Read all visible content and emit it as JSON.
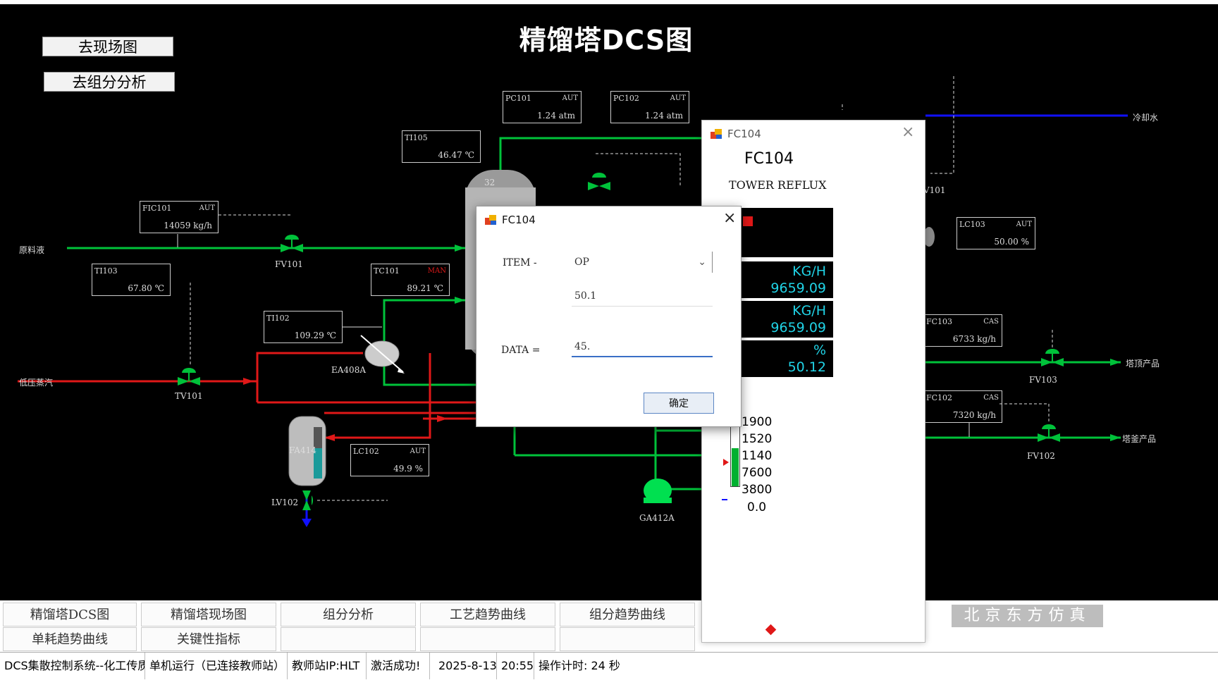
{
  "title": "精馏塔DCS图",
  "nav": {
    "field_btn": "去现场图",
    "analysis_btn": "去组分分析"
  },
  "tags": {
    "pc101": {
      "name": "PC101",
      "mode": "AUT",
      "value": "1.24 atm"
    },
    "pc102": {
      "name": "PC102",
      "mode": "AUT",
      "value": "1.24 atm"
    },
    "ti105": {
      "name": "TI105",
      "value": "46.47 ℃"
    },
    "fic101": {
      "name": "FIC101",
      "mode": "AUT",
      "value": "14059 kg/h"
    },
    "ti103": {
      "name": "TI103",
      "value": "67.80 ℃"
    },
    "tc101": {
      "name": "TC101",
      "mode": "MAN",
      "value": "89.21 ℃"
    },
    "ti102": {
      "name": "TI102",
      "value": "109.29 ℃"
    },
    "lc102": {
      "name": "LC102",
      "mode": "AUT",
      "value": "49.9 %"
    },
    "lc103": {
      "name": "LC103",
      "mode": "AUT",
      "value": "50.00 %"
    },
    "fc103": {
      "name": "FC103",
      "mode": "CAS",
      "value": "6733 kg/h"
    },
    "fc102": {
      "name": "FC102",
      "mode": "CAS",
      "value": "7320 kg/h"
    }
  },
  "labels": {
    "feed": "原料液",
    "steam": "低压蒸汽",
    "cooling": "冷却水",
    "top_product": "塔顶产品",
    "bottom_product": "塔釜产品",
    "fv101": "FV101",
    "tv101": "TV101",
    "fv103": "FV103",
    "fv102": "FV102",
    "ea408a": "EA408A",
    "fa414": "FA414",
    "lv102": "LV102",
    "ga412a": "GA412A",
    "v101": "V101",
    "tray32": "32"
  },
  "faceplate": {
    "title": "FC104",
    "tag": "FC104",
    "desc": "TOWER REFLUX",
    "sp_unit": "KG/H",
    "sp": "9659.09",
    "pv_unit": "KG/H",
    "pv": "9659.09",
    "op_unit": "%",
    "op": "50.12",
    "op_fraction": 0.5012,
    "scale": [
      "1900",
      "1520",
      "1140",
      "7600",
      "3800",
      "0.0"
    ]
  },
  "dialog": {
    "title": "FC104",
    "item_label": "ITEM -",
    "item_value": "OP",
    "current_value": "50.1",
    "data_label": "DATA =",
    "data_value": "45.",
    "ok_label": "确定"
  },
  "bottom_nav": {
    "r1": [
      "精馏塔DCS图",
      "精馏塔现场图",
      "组分分析",
      "工艺趋势曲线",
      "组分趋势曲线"
    ],
    "r2": [
      "单耗趋势曲线",
      "关键性指标"
    ]
  },
  "brand": "北京东方仿真",
  "status": [
    "DCS集散控制系统--化工传质",
    "单机运行（已连接教师站）",
    "教师站IP:HLT",
    "激活成功!",
    "2025-8-13",
    "20:55",
    "操作计时: 24 秒"
  ],
  "colors": {
    "green_pipe": "#00c23a",
    "red_pipe": "#e01818",
    "blue_pipe": "#1010ff",
    "display_cyan": "#20d3e6"
  }
}
